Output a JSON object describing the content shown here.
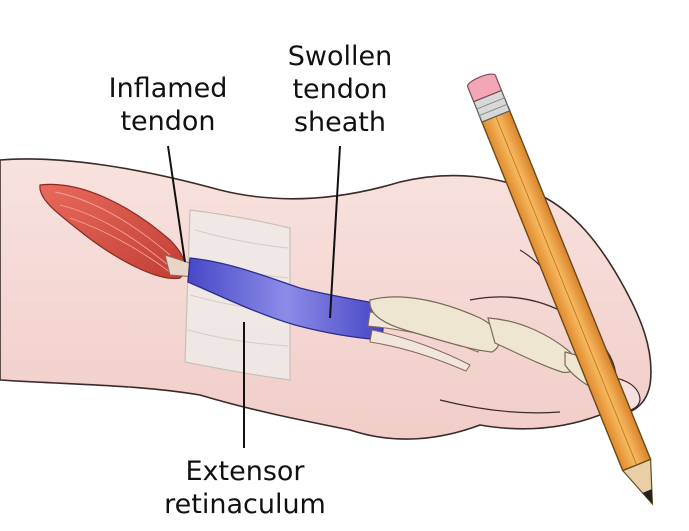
{
  "labels": {
    "inflamed_tendon": [
      "Inflamed",
      "tendon"
    ],
    "swollen_tendon_sheath": [
      "Swollen",
      "tendon",
      "sheath"
    ],
    "extensor_retinaculum": [
      "Extensor",
      "retinaculum"
    ]
  },
  "colors": {
    "skin": "#f6dcd8",
    "skin_outline": "#3a2a2a",
    "muscle": "#d9574a",
    "tendon_sheath": "#5a5ad8",
    "bone": "#efe6d2",
    "retinaculum": "#eee8e4",
    "pencil_body": "#f0a848",
    "pencil_eraser": "#f3a6b6",
    "pencil_ferrule": "#d8d8d8",
    "leader_line": "#111111"
  }
}
